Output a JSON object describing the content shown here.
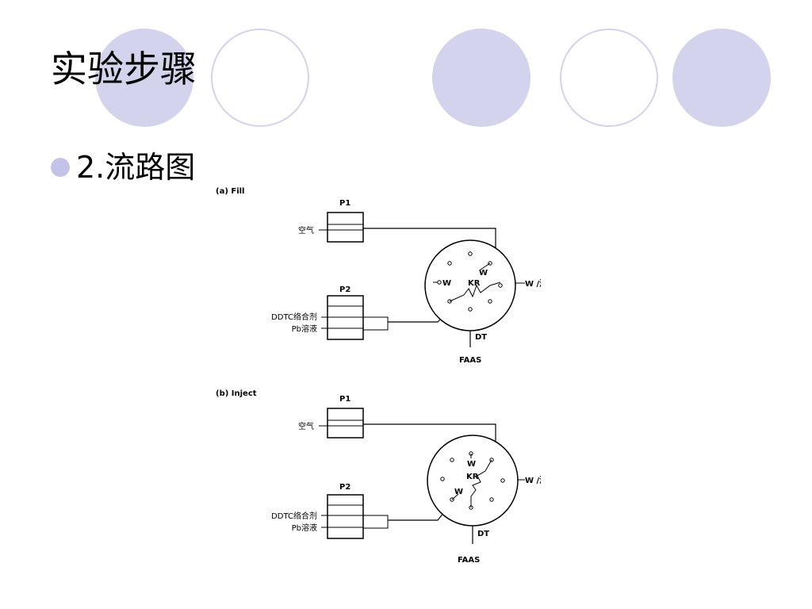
{
  "slide": {
    "title": "实验步骤",
    "bullet": "2.流路图"
  },
  "colors": {
    "accent_circle": "#d3d3ed",
    "bullet": "#c3c3ea"
  },
  "diagram": {
    "panel_a": {
      "heading": "(a) Fill",
      "pump1": "P1",
      "pump2": "P2",
      "air": "空气",
      "reagent": "DDTC络合剂",
      "sample": "Pb溶液",
      "waste_left": "W",
      "waste_inner": "W",
      "reactor": "KR",
      "eluent_out": "W /洗脱剂",
      "detector_line": "DT",
      "detector": "FAAS"
    },
    "panel_b": {
      "heading": "(b) Inject",
      "pump1": "P1",
      "pump2": "P2",
      "air": "空气",
      "reagent": "DDTC络合剂",
      "sample": "Pb溶液",
      "waste_top": "W",
      "waste_inner": "W",
      "reactor": "KR",
      "eluent_out": "W /洗脱剂",
      "detector_line": "DT",
      "detector": "FAAS"
    }
  }
}
